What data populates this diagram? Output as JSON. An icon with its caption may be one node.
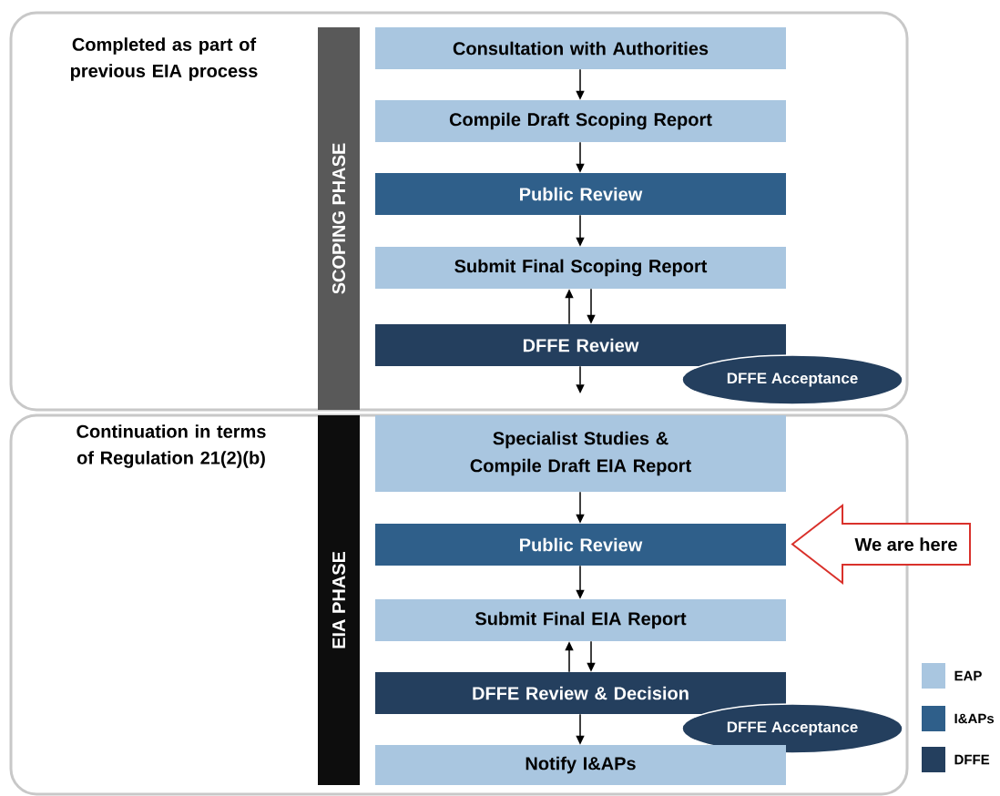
{
  "diagram": {
    "nodes": [
      {
        "text": [
          "Completed as part of previous EIA process"
        ]
      },
      {
        "text": [
          "SCOPING PHASE"
        ],
        "in": 0
      },
      {
        "text": [
          "Consultation with Authorities"
        ],
        "in": 0
      },
      {
        "text": [
          "Compile Draft Scoping Report"
        ],
        "in": 0
      },
      {
        "text": [
          "Public Review"
        ],
        "in": 0
      },
      {
        "text": [
          "Submit Final Scoping Report"
        ],
        "in": 0
      },
      {
        "text": [
          "DFFE Review"
        ],
        "in": 0
      },
      {
        "text": [
          "DFFE Acceptance"
        ],
        "in": 0
      },
      {
        "text": [
          "Continuation in terms of Regulation 21(2)(b)"
        ]
      },
      {
        "text": [
          "EIA PHASE"
        ],
        "in": 8
      },
      {
        "text": [
          "Specialist Studies & Compile Draft EIA Report"
        ],
        "in": 8
      },
      {
        "text": [
          "Public Review"
        ],
        "in": 8
      },
      {
        "text": [
          "Submit Final EIA Report"
        ],
        "in": 8
      },
      {
        "text": [
          "DFFE Review & Decision"
        ],
        "in": 8
      },
      {
        "text": [
          "DFFE Acceptance"
        ],
        "in": 8
      },
      {
        "text": [
          "Notify I&APs"
        ],
        "in": 8
      },
      {
        "text": [
          "We are here"
        ]
      }
    ],
    "edges": [
      {
        "from": 2,
        "to": 3,
        "arrow": "to"
      },
      {
        "from": 3,
        "to": 4,
        "arrow": "to"
      },
      {
        "from": 4,
        "to": 5,
        "arrow": "to"
      },
      {
        "from": 6,
        "to": 5,
        "arrow": "to"
      },
      {
        "from": 5,
        "to": 6,
        "arrow": "to"
      },
      {
        "from": 6,
        "to": null,
        "arrow": "to"
      },
      {
        "from": 10,
        "to": 11,
        "arrow": "to"
      },
      {
        "from": 11,
        "to": 12,
        "arrow": "to"
      },
      {
        "from": 13,
        "to": 12,
        "arrow": "to"
      },
      {
        "from": 12,
        "to": 13,
        "arrow": "to"
      },
      {
        "from": 13,
        "to": 15,
        "arrow": "to"
      }
    ],
    "legend": [
      {
        "text": "EAP",
        "color": "#a9c6e0"
      },
      {
        "text": "I&APs",
        "color": "#2f5f8a"
      },
      {
        "text": "DFFE",
        "color": "#243f5e"
      }
    ]
  }
}
